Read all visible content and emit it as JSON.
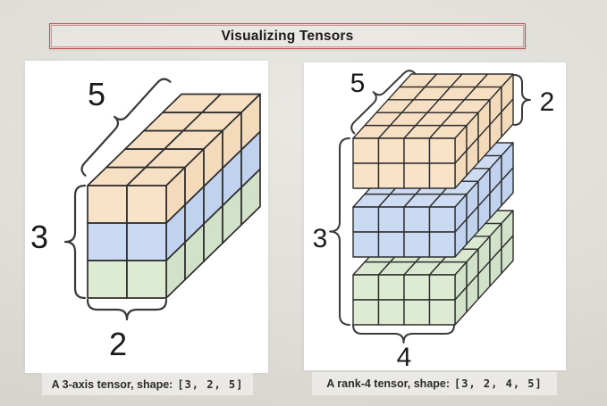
{
  "title": "Visualizing Tensors",
  "colors": {
    "accent_border": "#bd5350",
    "stroke": "#2e2e2e",
    "peach_top": "#f6dfc2",
    "peach_front": "#f8e3c8",
    "peach_side": "#f2dabb",
    "blue_top": "#cddcf2",
    "blue_front": "#cadaf2",
    "blue_side": "#c0d2ee",
    "green_top": "#d9e8cf",
    "green_front": "#dcebd2",
    "green_side": "#d2e2c8",
    "caption_bg": "#eae9e5",
    "panel_bg": "#ffffff"
  },
  "left_figure": {
    "dims": {
      "rows": 3,
      "cols": 2,
      "depth": 5
    },
    "labels": {
      "depth": "5",
      "rows": "3",
      "cols": "2"
    },
    "caption_text": "A 3-axis tensor, shape:",
    "caption_shape": "[3, 2, 5]"
  },
  "right_figure": {
    "dims": {
      "slabs": 3,
      "rows": 2,
      "cols": 4,
      "depth": 5
    },
    "labels": {
      "depth": "5",
      "height": "2",
      "slabs": "3",
      "cols": "4"
    },
    "caption_text": "A rank-4 tensor, shape:",
    "caption_shape": "[3, 2, 4, 5]"
  }
}
